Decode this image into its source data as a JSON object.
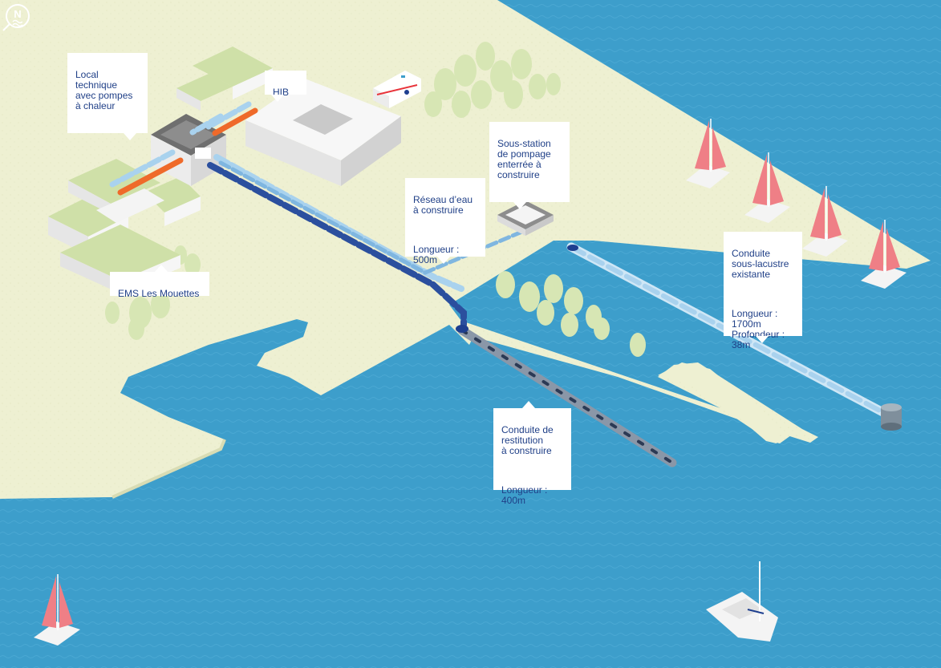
{
  "callouts": {
    "local_technique": {
      "lines": "Local\ntechnique\navec pompes\nà chaleur"
    },
    "hib": {
      "lines": "HIB"
    },
    "sous_station": {
      "lines": "Sous-station\nde pompage\nenterrée à\nconstruire"
    },
    "reseau_eau": {
      "title": "Réseau d’eau\nà construire",
      "detail": "Longueur :\n500m"
    },
    "ems": {
      "lines": "EMS Les Mouettes"
    },
    "conduite_sous_lacustre": {
      "title": "Conduite\nsous-lacustre\nexistante",
      "detail": "Longueur :\n1700m\nProfondeur :\n38m"
    },
    "conduite_restitution": {
      "title": "Conduite de\nrestitution\nà construire",
      "detail": "Longueur :\n400m"
    }
  },
  "compass": {
    "letter": "N"
  },
  "colors": {
    "water": "#3d9ecb",
    "land": "#eef0d2",
    "building": "#f2f2f2",
    "roof_green": "#cfe0a8",
    "pipe_dark": "#1e3f8f",
    "pipe_light": "#a9d2ee",
    "pipe_orange": "#ef6a2a",
    "sail": "#ef7f86",
    "label_text": "#1f3f87"
  }
}
